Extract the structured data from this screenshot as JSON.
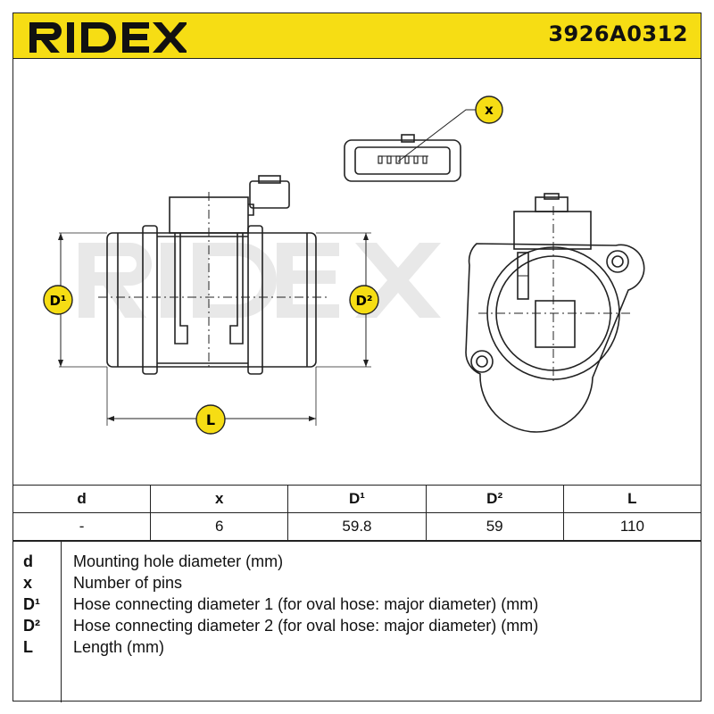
{
  "header": {
    "brand": "RIDEX",
    "part_number": "3926A0312"
  },
  "drawing": {
    "watermark": "RIDEX",
    "labels": {
      "x": "x",
      "d1": "D¹",
      "d2": "D²",
      "l": "L"
    }
  },
  "specs": {
    "headers": [
      "d",
      "x",
      "D¹",
      "D²",
      "L"
    ],
    "values": [
      "-",
      "6",
      "59.8",
      "59",
      "110"
    ]
  },
  "legend": [
    {
      "key": "d",
      "desc": "Mounting hole diameter (mm)"
    },
    {
      "key": "x",
      "desc": "Number of pins"
    },
    {
      "key": "D¹",
      "desc": "Hose connecting diameter 1 (for oval hose: major diameter) (mm)"
    },
    {
      "key": "D²",
      "desc": "Hose connecting diameter 2 (for oval hose: major diameter) (mm)"
    },
    {
      "key": "L",
      "desc": "Length (mm)"
    }
  ],
  "colors": {
    "accent": "#f6dd14",
    "line": "#222222",
    "watermark": "#e6e6e6"
  }
}
